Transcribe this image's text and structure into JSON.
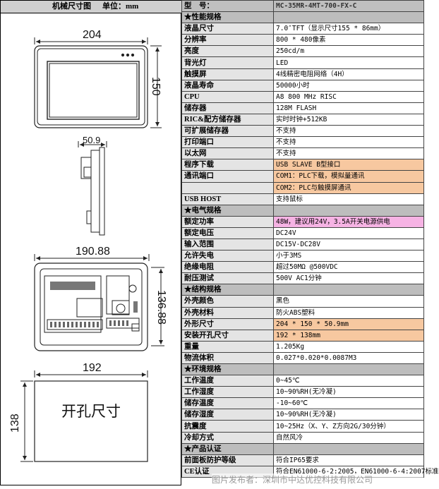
{
  "drawings": {
    "header_title": "机械尺寸图",
    "header_unit": "单位：mm",
    "front_width": "204",
    "front_height": "150",
    "side_depth": "50.9",
    "rear_width": "190.88",
    "rear_height": "136.88",
    "cutout_width": "192",
    "cutout_height": "138",
    "cutout_label": "开孔尺寸"
  },
  "spec": {
    "header": {
      "key": "型　号：",
      "value": "MC-35MR-4MT-700-FX-C"
    },
    "rows": [
      {
        "type": "section",
        "key": "★性能规格"
      },
      {
        "key": "液晶尺寸",
        "value": "7.0″TFT（显示尺寸155 * 86mm）"
      },
      {
        "key": "分辨率",
        "value": "800 * 480像素"
      },
      {
        "key": "亮度",
        "value": "250cd/m"
      },
      {
        "key": "背光灯",
        "value": "LED"
      },
      {
        "key": "触摸屏",
        "value": "4线精密电阻网络（4H）"
      },
      {
        "key": "液晶寿命",
        "value": "50000小时"
      },
      {
        "key": "CPU",
        "value": "A8 800 MHz RISC"
      },
      {
        "key": "储存器",
        "value": "128M FLASH"
      },
      {
        "key": "RIC&配方储存器",
        "value": "实时时钟+512KB"
      },
      {
        "key": "可扩展储存器",
        "value": "不支持"
      },
      {
        "key": "打印端口",
        "value": "不支持"
      },
      {
        "key": "以太网",
        "value": "不支持"
      },
      {
        "key": "程序下载",
        "value": "USB SLAVE B型接口",
        "hl": "orange"
      },
      {
        "key": "通讯端口",
        "value": "COM1：PLC下载，模拟量通讯",
        "hl": "orange"
      },
      {
        "key": "",
        "value": "COM2：PLC与触摸屏通讯",
        "hl": "orange"
      },
      {
        "key": "USB HOST",
        "value": "支持鼠标"
      },
      {
        "type": "section",
        "key": "★电气规格"
      },
      {
        "key": "额定功率",
        "value": "48W，建议用24V，3.5A开关电源供电",
        "hl": "pink"
      },
      {
        "key": "额定电压",
        "value": "DC24V"
      },
      {
        "key": "输入范围",
        "value": "DC15V-DC28V"
      },
      {
        "key": "允许失电",
        "value": "小于3MS"
      },
      {
        "key": "绝缘电阻",
        "value": "超过50MΩ @500VDC"
      },
      {
        "key": "耐压测试",
        "value": "500V AC1分钟"
      },
      {
        "type": "section",
        "key": "★结构规格"
      },
      {
        "key": "外壳颜色",
        "value": "黑色"
      },
      {
        "key": "外壳材料",
        "value": "防火ABS塑料"
      },
      {
        "key": "外形尺寸",
        "value": "204 * 150 * 50.9mm",
        "hl": "orange"
      },
      {
        "key": "安装开孔尺寸",
        "value": "192 * 138mm",
        "hl": "orange"
      },
      {
        "key": "重量",
        "value": "1.205Kg"
      },
      {
        "key": "物流体积",
        "value": "0.027*0.020*0.0087M3"
      },
      {
        "type": "section",
        "key": "★环境规格"
      },
      {
        "key": "工作温度",
        "value": "0~45℃"
      },
      {
        "key": "工作湿度",
        "value": "10~90%RH(无冷凝)"
      },
      {
        "key": "储存温度",
        "value": "-10~60℃"
      },
      {
        "key": "储存湿度",
        "value": "10~90%RH(无冷凝)"
      },
      {
        "key": "抗震度",
        "value": "10~25Hz（X、Y、Z方向2G/30分钟）"
      },
      {
        "key": "冷却方式",
        "value": "自然风冷"
      },
      {
        "type": "section",
        "key": "★产品认证"
      },
      {
        "key": "前面板防护等级",
        "value": "符合IP65要求"
      },
      {
        "key": "CE认证",
        "value": "符合EN61000-6-2:2005，EN61000-6-4:2007标准"
      }
    ]
  },
  "watermark": "图片发布者：深圳市中达优控科技有限公司",
  "colors": {
    "section_bg": "#bdbdbd",
    "key_bg": "#e4e4e4",
    "orange": "#f7c8a0",
    "pink": "#f6b3e4"
  }
}
